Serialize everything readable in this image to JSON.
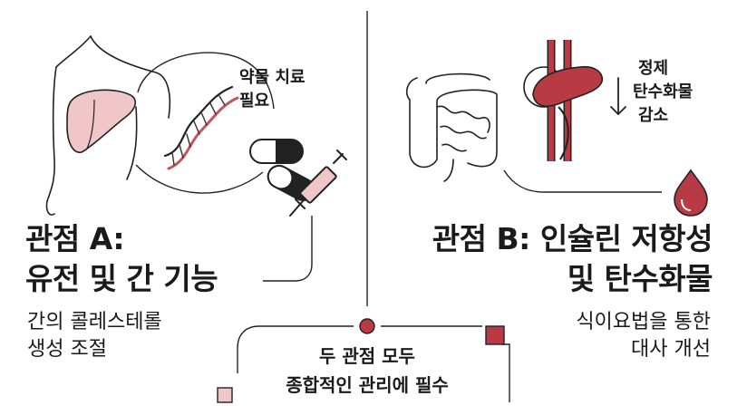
{
  "left": {
    "title_line1": "관점 A:",
    "title_line2": "유전 및 간 기능",
    "subtitle_line1": "간의 콜레스테롤",
    "subtitle_line2": "생성 조절",
    "drug_label_line1": "약물 치료",
    "drug_label_line2": "필요",
    "icons": [
      "body-outline-icon",
      "liver-icon",
      "dna-icon",
      "capsule-icon",
      "syringe-icon"
    ]
  },
  "right": {
    "title_line1": "관점 B: 인슐린 저항성",
    "title_line2": "및 탄수화물",
    "subtitle_line1": "식이요법을 통한",
    "subtitle_line2": "대사 개선",
    "carb_label_line1": "정제",
    "carb_label_line2": "탄수화물",
    "carb_label_line3": "감소",
    "icons": [
      "intestine-icon",
      "pancreas-icon",
      "blood-drop-icon",
      "down-arrow-icon"
    ]
  },
  "bottom": {
    "line1": "두 관점 모두",
    "line2": "종합적인 관리에 필수"
  },
  "colors": {
    "accent": "#b83a44",
    "pink": "#f1c6c9",
    "dark": "#1a1a1a"
  }
}
